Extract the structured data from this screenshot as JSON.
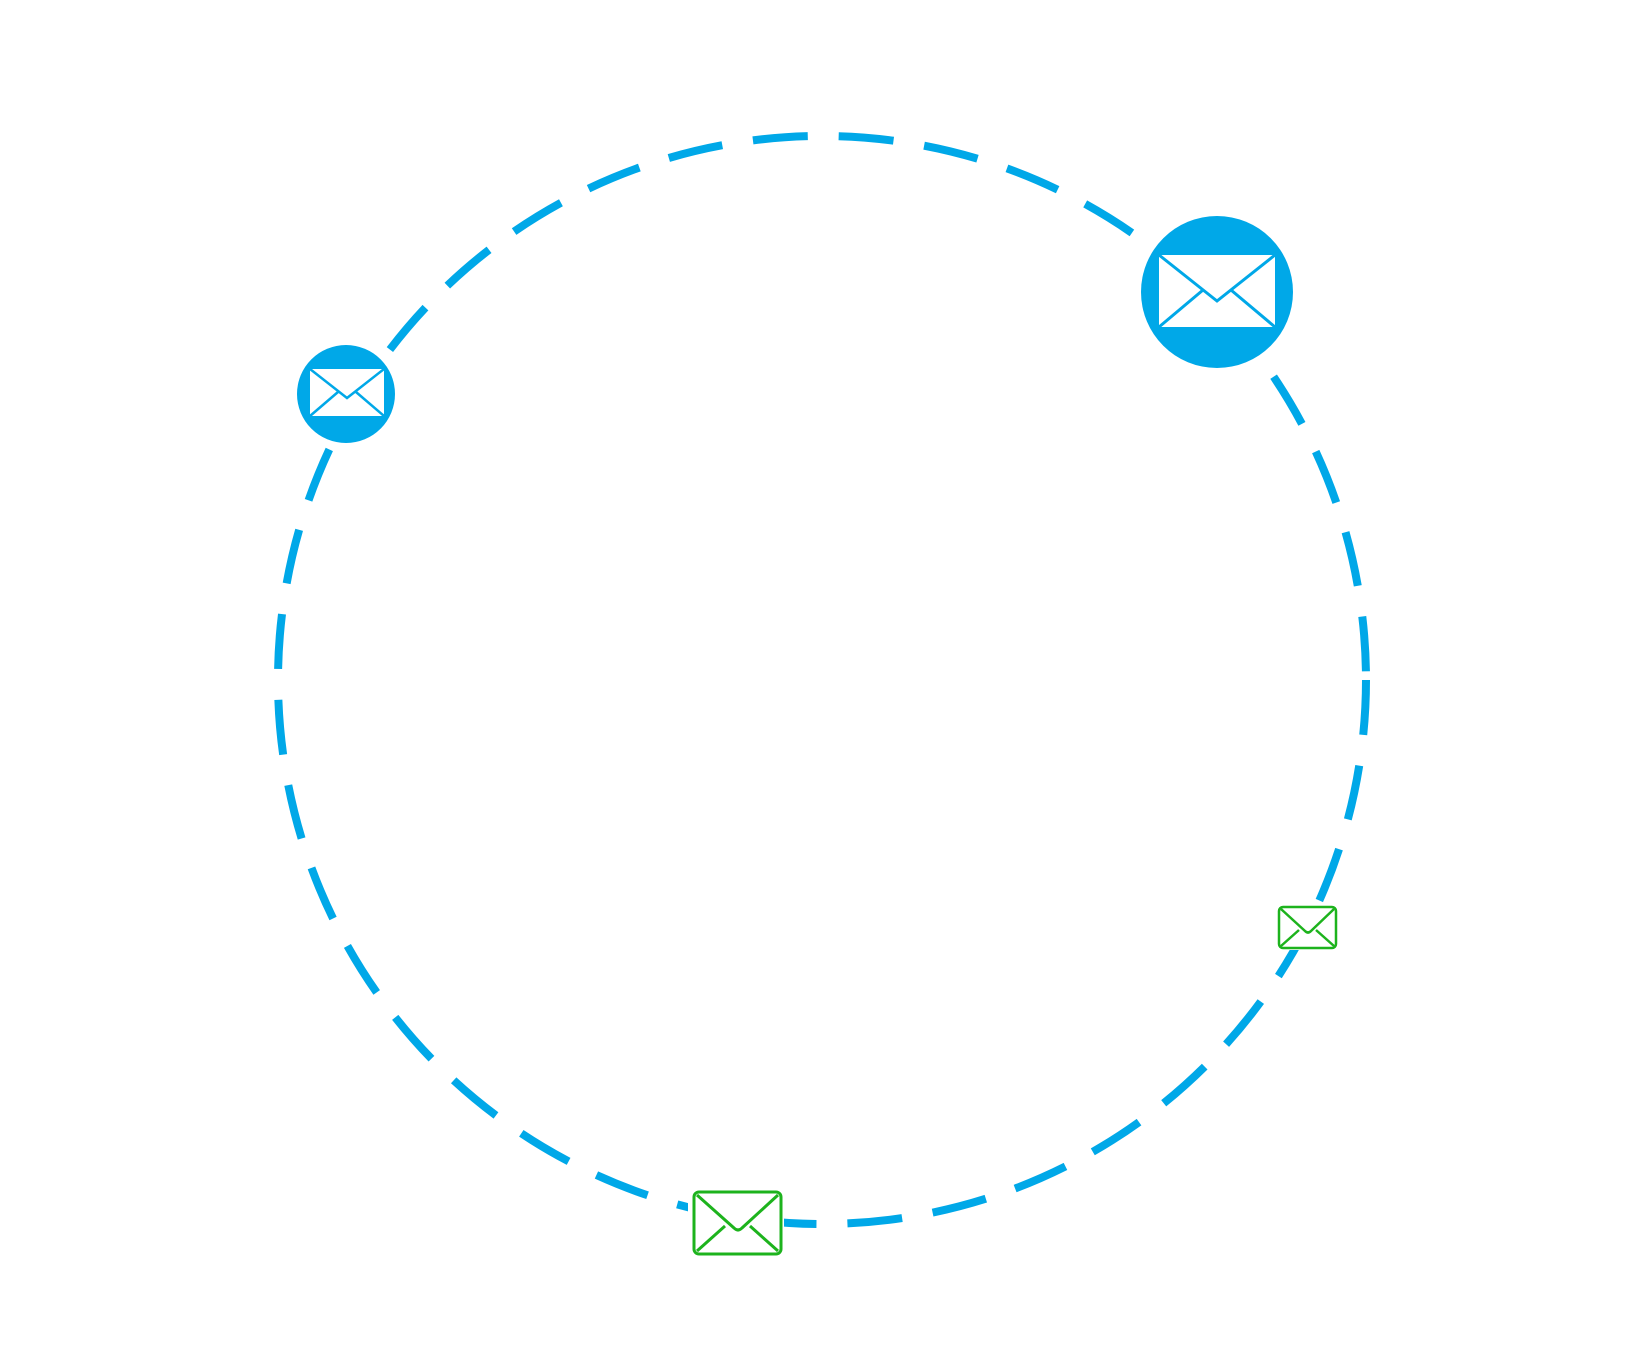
{
  "colors": {
    "background": "#ffffff",
    "orbit": "#00a8e8",
    "accent_blue": "#00a8e8",
    "accent_green": "#1db31d",
    "icon_fill_white": "#ffffff"
  },
  "orbit": {
    "style": "dashed"
  },
  "nodes": [
    {
      "id": "large-blue-mail",
      "icon": "mail-icon",
      "style": "filled-circle",
      "color": "#00a8e8"
    },
    {
      "id": "small-blue-mail",
      "icon": "mail-icon",
      "style": "filled-circle",
      "color": "#00a8e8"
    },
    {
      "id": "small-green-mail",
      "icon": "mail-icon",
      "style": "outline",
      "color": "#1db31d"
    },
    {
      "id": "bottom-green-mail",
      "icon": "mail-icon",
      "style": "outline",
      "color": "#1db31d"
    }
  ]
}
